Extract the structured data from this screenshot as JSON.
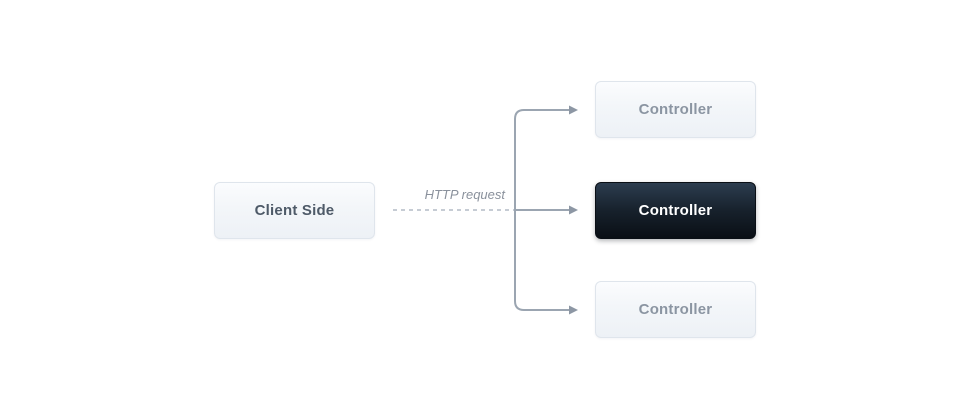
{
  "diagram": {
    "client": {
      "label": "Client Side"
    },
    "edge_label": "HTTP request",
    "controllers": [
      {
        "label": "Controller",
        "state": "default"
      },
      {
        "label": "Controller",
        "state": "active"
      },
      {
        "label": "Controller",
        "state": "default"
      }
    ],
    "colors": {
      "canvas_bg": "#ffffff",
      "node_border": "#dfe5ec",
      "node_bg_top": "#fbfcfe",
      "node_bg_bottom": "#edf1f6",
      "node_text": "#8b95a2",
      "client_text": "#4e5a68",
      "active_bg_top": "#2c3d4f",
      "active_bg_bottom": "#0a0f15",
      "active_text": "#ffffff",
      "connector": "#9ba5b1",
      "arrowhead": "#8d97a4",
      "dashed_line": "#c6ccd4",
      "edge_label_text": "#8a919c"
    }
  }
}
